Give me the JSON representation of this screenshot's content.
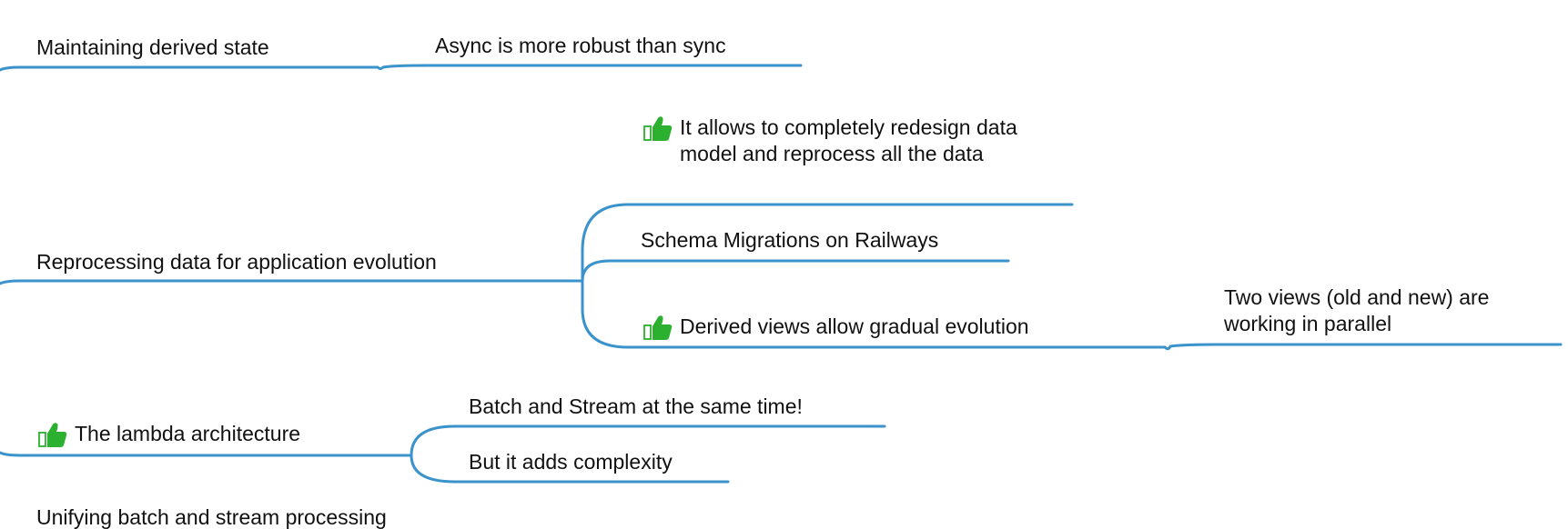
{
  "colors": {
    "connector": "#3b93cc",
    "thumb": "#2bb12f",
    "text": "#111111"
  },
  "nodes": {
    "maintaining": "Maintaining derived state",
    "async_robust": "Async is more robust than sync",
    "redesign": "It allows to completely redesign data model and reprocess all the data",
    "schema_migrations": "Schema Migrations on Railways",
    "reprocessing": "Reprocessing data for application evolution",
    "derived_views": "Derived views allow gradual evolution",
    "two_views": "Two views (old and new) are working in parallel",
    "batch_stream": "Batch and Stream at the same time!",
    "lambda": "The lambda architecture",
    "complexity": "But it adds complexity",
    "unifying": "Unifying batch and stream processing"
  },
  "icons": {
    "redesign": "thumbs-up-icon",
    "derived_views": "thumbs-up-icon",
    "lambda": "thumbs-up-icon"
  }
}
